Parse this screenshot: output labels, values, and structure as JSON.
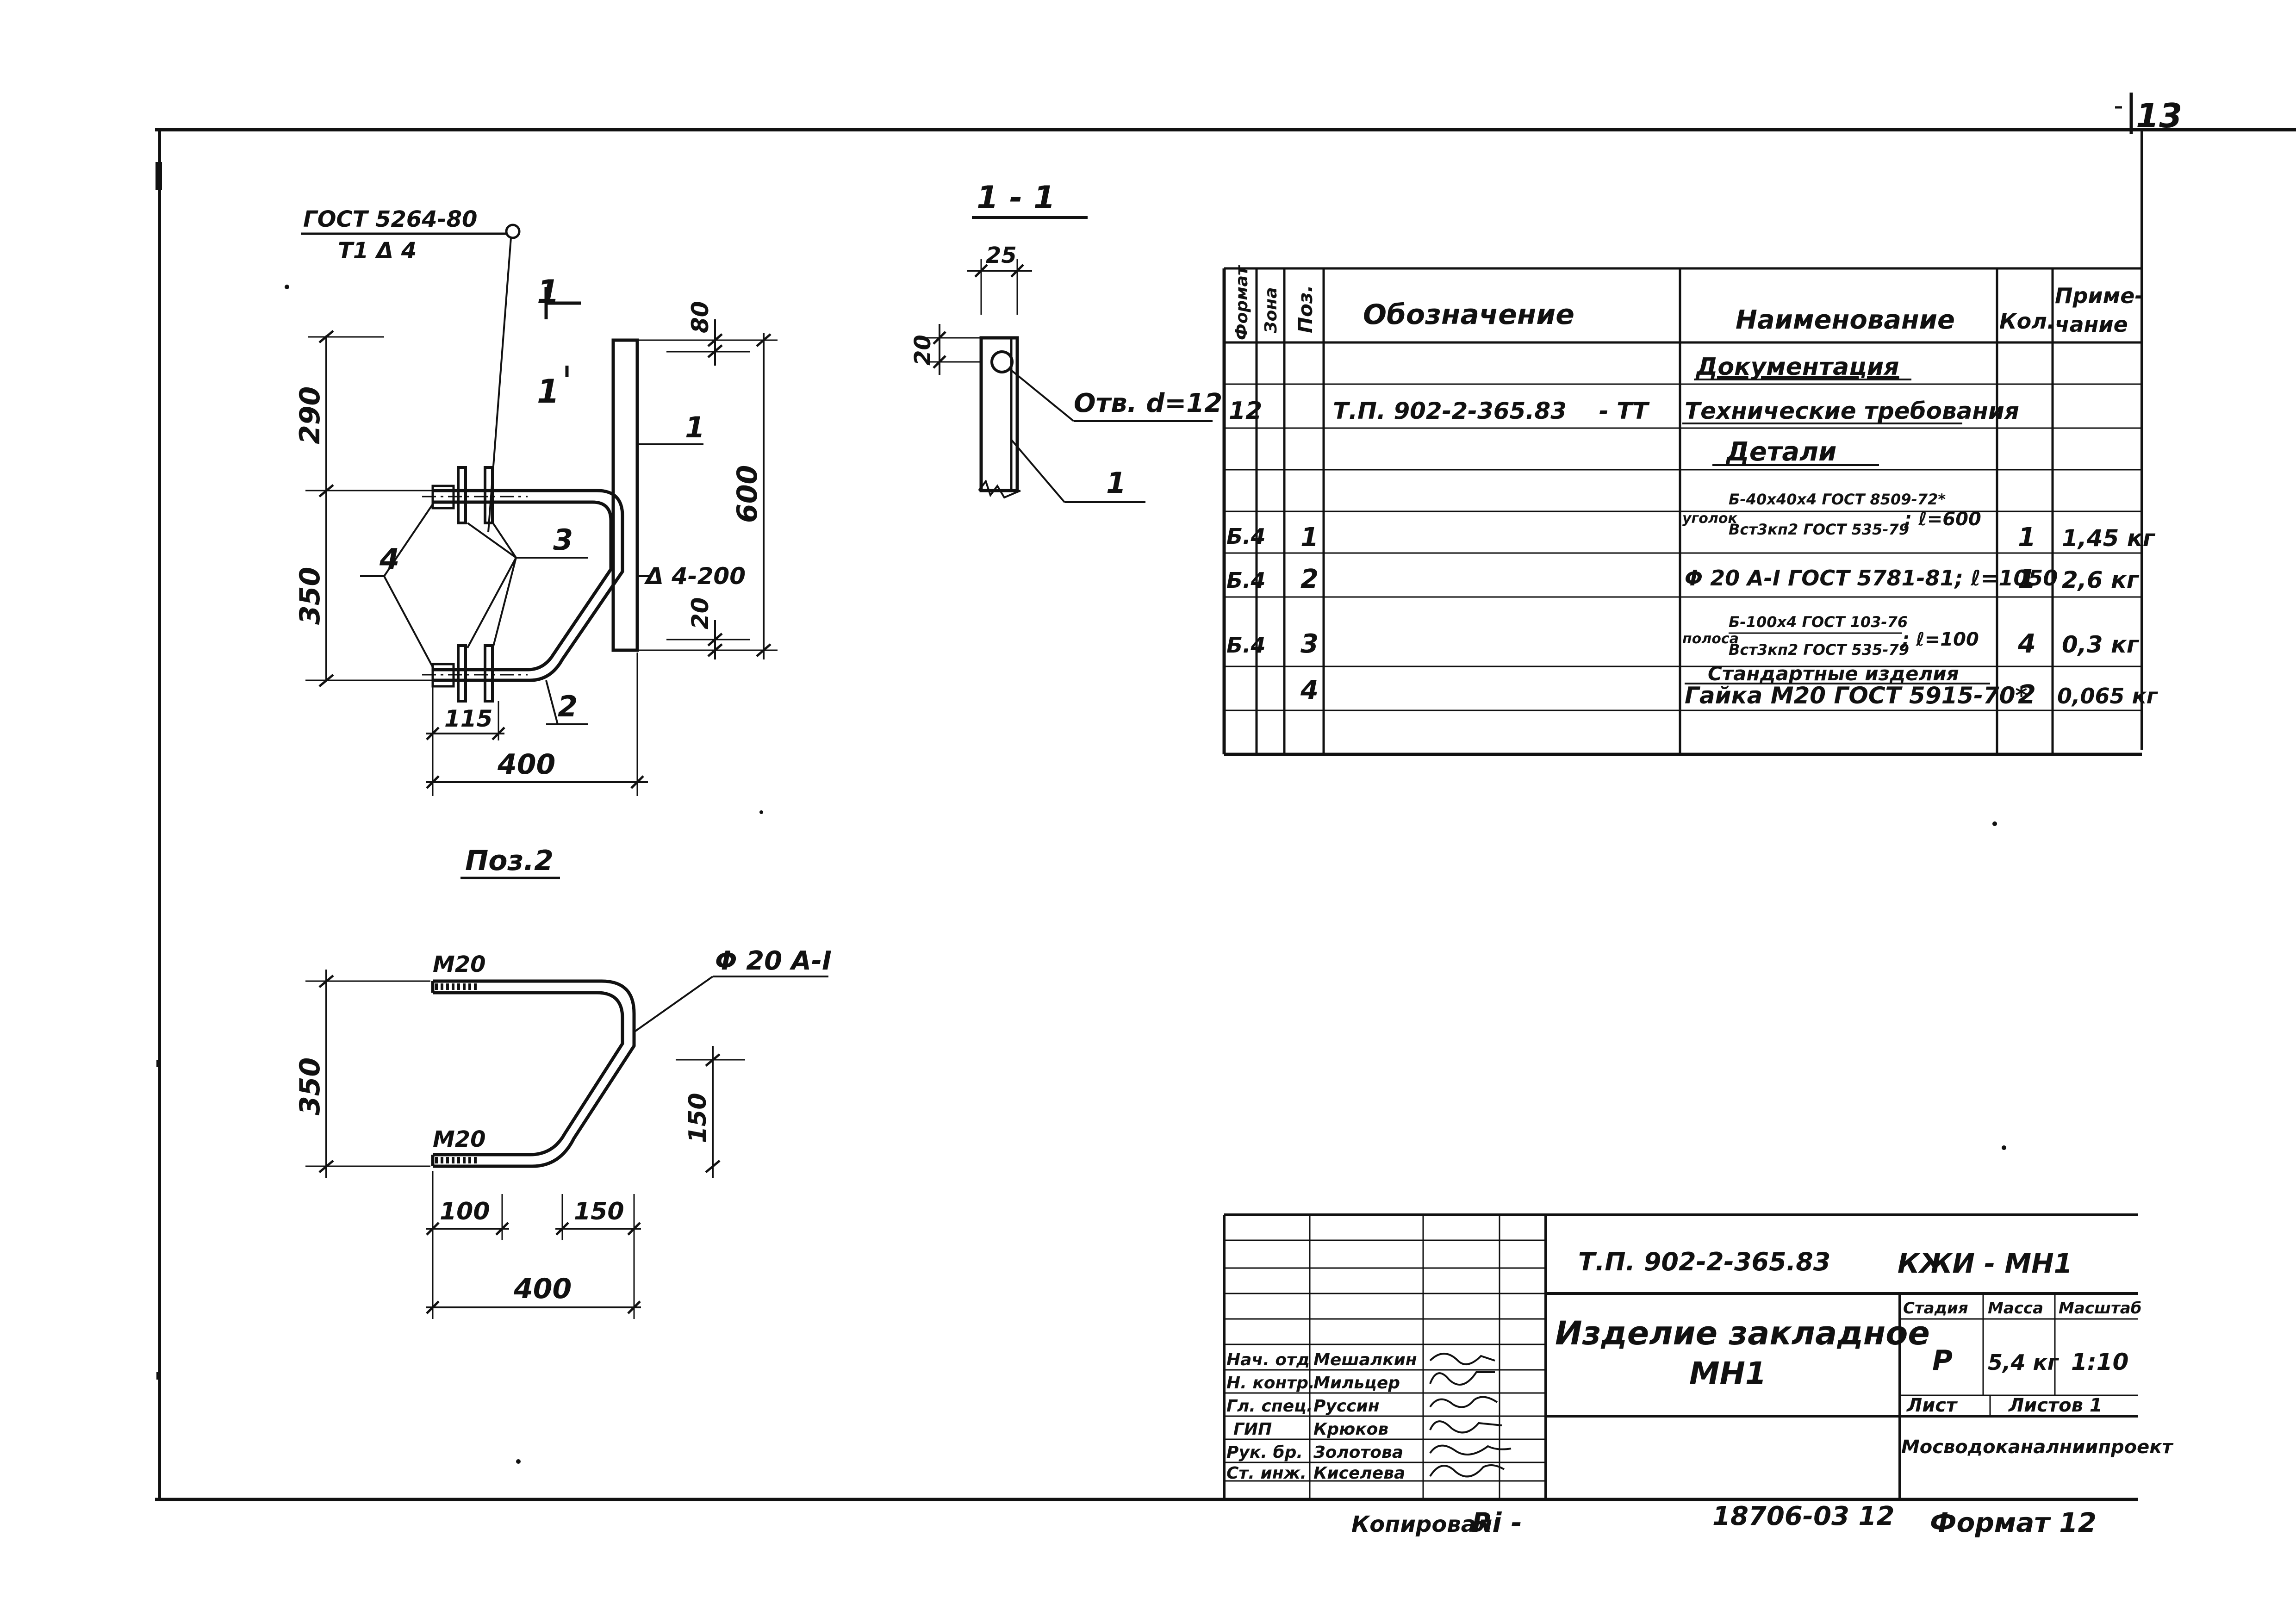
{
  "sheet_number": "13",
  "main_view": {
    "weld_standard": "ГОСТ 5264-80",
    "weld_symbol": "Т1 Δ 4",
    "section_mark": "1",
    "dims": {
      "top": "290",
      "middle": "350",
      "height": "600",
      "top_gap": "80",
      "bottom_gap": "20",
      "width": "400",
      "offset": "115"
    },
    "weld_note": "Δ 4-200",
    "positions": [
      "1",
      "2",
      "3",
      "4"
    ]
  },
  "section_view": {
    "title": "1 - 1",
    "dim_width": "25",
    "dim_hole_offset": "20",
    "hole_label": "Отв. d=12",
    "position": "1"
  },
  "pos2_view": {
    "title": "Поз.2",
    "thread_top": "М20",
    "thread_bottom": "М20",
    "bar_label": "Φ 20 А-I",
    "dims": {
      "height": "350",
      "bend": "150",
      "straight": "100",
      "diagonal": "150",
      "total": "400"
    }
  },
  "spec_table": {
    "headers": {
      "format": "Формат",
      "zone": "Зона",
      "pos": "Поз.",
      "designation": "Обозначение",
      "name": "Наименование",
      "qty": "Кол.",
      "note": "Приме-\nчание"
    },
    "rows": [
      {
        "format": "",
        "pos": "",
        "designation": "",
        "name": "Документация",
        "qty": "",
        "note": "",
        "heading": true
      },
      {
        "format": "12",
        "pos": "",
        "designation": "Т.П. 902-2-365.83",
        "suffix": "- ТТ",
        "name": "Технические требования",
        "qty": "",
        "note": ""
      },
      {
        "format": "",
        "pos": "",
        "designation": "",
        "name": "Детали",
        "qty": "",
        "note": "",
        "heading": true
      },
      {
        "format": "",
        "pos": "",
        "designation": "",
        "name": "",
        "qty": "",
        "note": ""
      },
      {
        "format": "Б.4",
        "pos": "1",
        "designation": "",
        "name_prefix": "уголок",
        "name_top": "Б-40х40х4 ГОСТ 8509-72*",
        "name_bottom": "Вст3кп2 ГОСТ 535-79",
        "name_suffix": "; ℓ=600",
        "qty": "1",
        "note": "1,45 кг"
      },
      {
        "format": "Б.4",
        "pos": "2",
        "designation": "",
        "name": "Φ 20 А-I ГОСТ 5781-81; ℓ=1050",
        "qty": "1",
        "note": "2,6 кг"
      },
      {
        "format": "Б.4",
        "pos": "3",
        "designation": "",
        "name_prefix": "полоса",
        "name_top": "Б-100х4 ГОСТ 103-76",
        "name_bottom": "Вст3кп2 ГОСТ 535-79",
        "name_suffix": "; ℓ=100",
        "qty": "4",
        "note": "0,3 кг"
      },
      {
        "format": "",
        "pos": "",
        "designation": "",
        "name": "Стандартные изделия",
        "qty": "",
        "note": "",
        "heading": true
      },
      {
        "format": "",
        "pos": "4",
        "designation": "",
        "name": "Гайка М20 ГОСТ 5915-70*",
        "qty": "2",
        "note": "0,065 кг"
      },
      {
        "format": "",
        "pos": "",
        "designation": "",
        "name": "",
        "qty": "",
        "note": ""
      }
    ]
  },
  "title_block": {
    "doc_number": "Т.П. 902-2-365.83",
    "code": "КЖИ - МН1",
    "title_line1": "Изделие закладное",
    "title_line2": "МН1",
    "stage_header": "Стадия",
    "mass_header": "Масса",
    "scale_header": "Масштаб",
    "stage": "Р",
    "mass": "5,4 кг",
    "scale": "1:10",
    "sheet_label": "Лист",
    "sheets_label": "Листов 1",
    "organization": "Мосводоканалниипроект",
    "signatures": [
      {
        "role": "Нач. отд",
        "name": "Мешалкин"
      },
      {
        "role": "Н. контр.",
        "name": "Мильцер"
      },
      {
        "role": "Гл. спец.",
        "name": "Руссин"
      },
      {
        "role": "ГИП",
        "name": "Крюков"
      },
      {
        "role": "Рук. бр.",
        "name": "Золотова"
      },
      {
        "role": "Ст. инж.",
        "name": "Киселева"
      }
    ]
  },
  "footer": {
    "copied": "Копировал:",
    "copied_sign": "Ri -",
    "archive": "18706-03  12",
    "format": "Формат 12"
  }
}
